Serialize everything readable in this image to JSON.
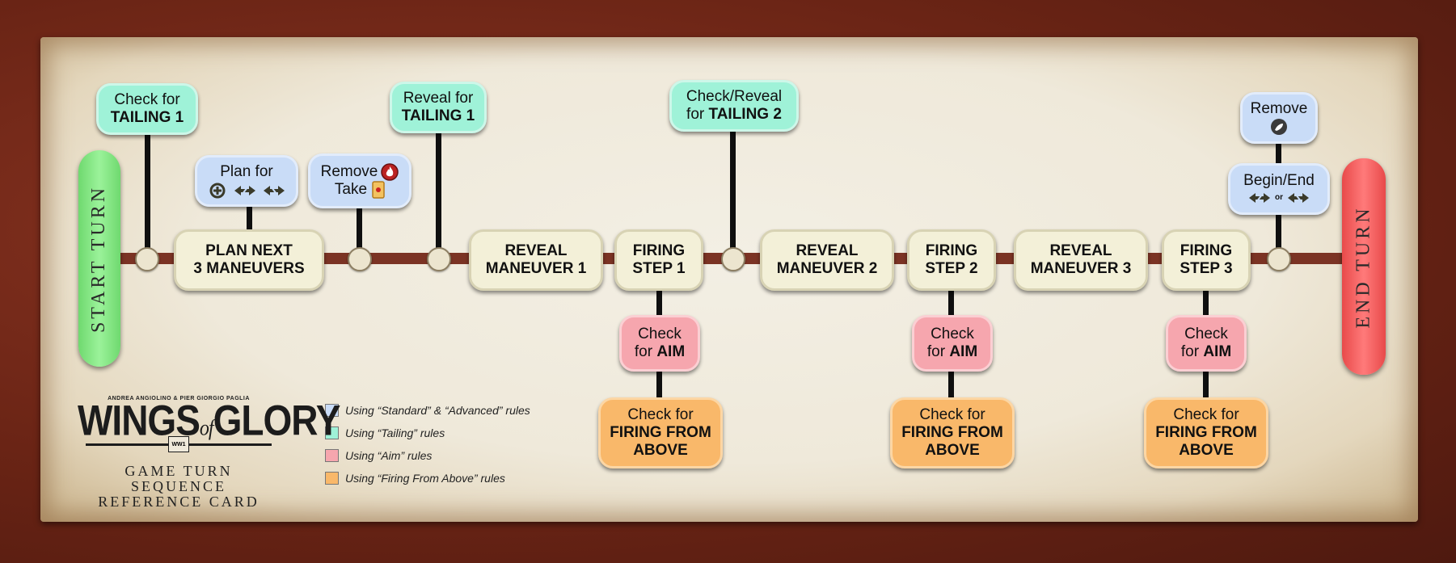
{
  "start_label": "START TURN",
  "end_label": "END TURN",
  "steps": {
    "plan": [
      "PLAN NEXT",
      "3 MANEUVERS"
    ],
    "reveal1": [
      "REVEAL",
      "MANEUVER 1"
    ],
    "firing1": [
      "FIRING",
      "STEP 1"
    ],
    "reveal2": [
      "REVEAL",
      "MANEUVER 2"
    ],
    "firing2": [
      "FIRING",
      "STEP 2"
    ],
    "reveal3": [
      "REVEAL",
      "MANEUVER 3"
    ],
    "firing3": [
      "FIRING",
      "STEP 3"
    ]
  },
  "tailing": {
    "check": [
      "Check for",
      "TAILING 1"
    ],
    "reveal": [
      "Reveal for",
      "TAILING 1"
    ],
    "check2_a": "Check/Reveal",
    "check2_b": "for ",
    "check2_c": "TAILING 2"
  },
  "standard": {
    "plan_for": "Plan for",
    "remove": "Remove",
    "take": "Take",
    "remove2": "Remove",
    "begin_end": "Begin/End",
    "or": "or"
  },
  "aim": {
    "line1": "Check",
    "line2a": "for ",
    "line2b": "AIM"
  },
  "ffa": {
    "line1": "Check for",
    "line2": "FIRING FROM",
    "line3": "ABOVE"
  },
  "legend": [
    {
      "label": "Using “Standard” & “Advanced” rules",
      "color": "#c9dcf7"
    },
    {
      "label": "Using “Tailing” rules",
      "color": "#9ff2d8"
    },
    {
      "label": "Using “Aim” rules",
      "color": "#f6a6ae"
    },
    {
      "label": "Using “Firing From Above” rules",
      "color": "#f9b86a"
    }
  ],
  "logo": {
    "authors": "ANDREA ANGIOLINO & PIER GIORGIO PAGLIA",
    "wings": "WINGS",
    "of": "of",
    "glory": "GLORY",
    "badge": "WW1",
    "sub1": "GAME TURN SEQUENCE",
    "sub2": "REFERENCE CARD"
  }
}
